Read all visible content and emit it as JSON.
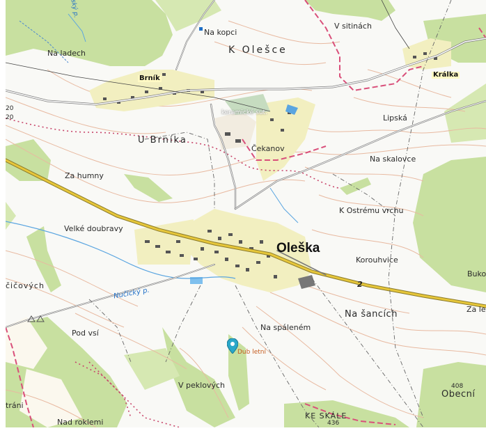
{
  "map": {
    "villages": {
      "oleska": "Oleška",
      "brnik": "Brník",
      "kralka": "Králka"
    },
    "places": {
      "na_kopci": "Na kopci",
      "v_sitinach": "V sitinách",
      "na_ladech": "Na ladech",
      "k_olesce": "K Olešce",
      "lipska": "Lipská",
      "u_brnika": "U Brníka",
      "cekanov": "Čekanov",
      "za_humny": "Za humny",
      "na_skalovce": "Na skalovce",
      "k_ostremu_vrchu": "K Ostrému vrchu",
      "velke_doubravy": "Velké doubravy",
      "korouhvice": "Korouhvice",
      "cicovych": "čičových",
      "bukov": "Buko",
      "na_sancich": "Na šancích",
      "za_le": "Za le",
      "pod_vsi": "Pod vsí",
      "na_spalenem": "Na spáleném",
      "v_peklovych": "V peklových",
      "strani": "tráni",
      "nad_roklemi": "Nad roklemi",
      "ke_skale": "KE SKÁLE",
      "obecni": "Obecní"
    },
    "features": {
      "keramicke_sut": "keramické sut.",
      "stream": "Nučický p.",
      "stream_top": "ský p.",
      "dub_letni": "Dub letní",
      "road_number": "2",
      "margin_top": "20",
      "margin_bottom": "20",
      "elev_408": "408",
      "elev_436": "436"
    },
    "colors": {
      "forest": "#c8e0a0",
      "settlement": "#f2efc0",
      "main_road": "#e6c63a",
      "district_boundary": "#d94f7a",
      "contour": "#e8b9a0",
      "water": "#5aa5e0",
      "marker": "#2aa8c9"
    }
  }
}
